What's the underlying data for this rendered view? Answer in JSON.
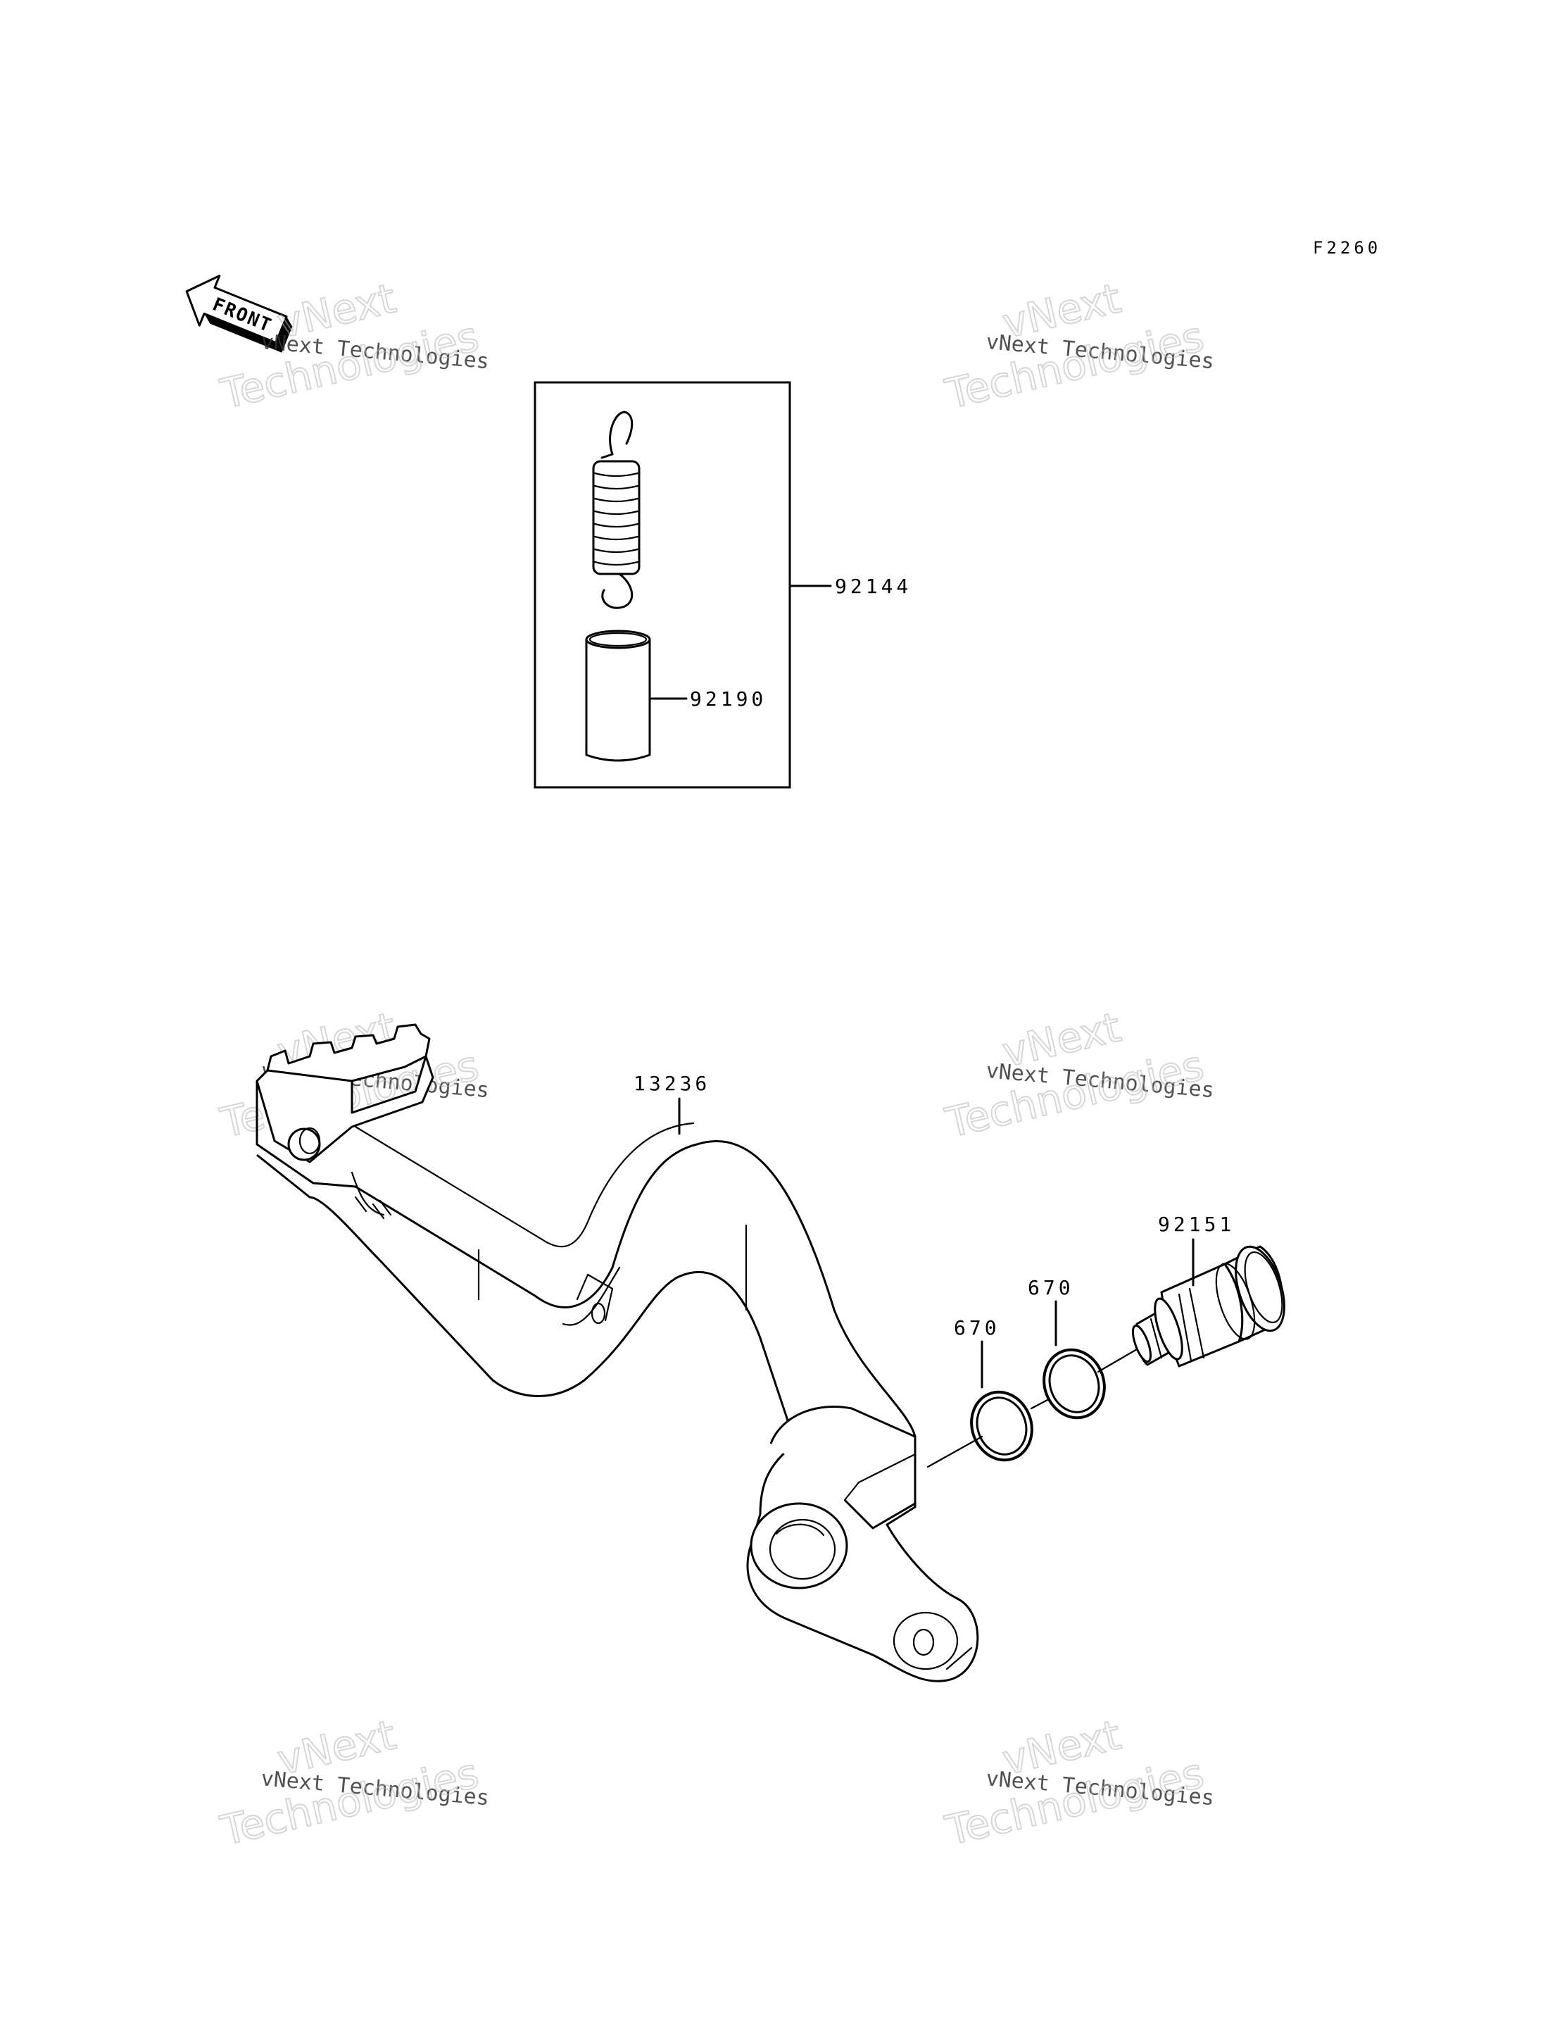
{
  "figure_ref": "F2260",
  "front_label": "FRONT",
  "watermark": {
    "line1": "vNext Technologies",
    "big_top": "vNext",
    "big_bottom": "Technologies"
  },
  "parts": {
    "spring_kit": "92144",
    "collar": "92190",
    "brake_pedal": "13236",
    "pivot_bolt": "92151",
    "o_ring_left": "670",
    "o_ring_right": "670"
  }
}
